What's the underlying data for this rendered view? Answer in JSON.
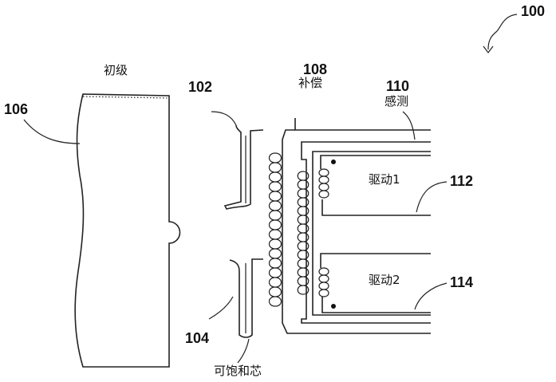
{
  "labels": {
    "ref_100": "100",
    "ref_102": "102",
    "ref_104": "104",
    "ref_106": "106",
    "ref_108": "108",
    "ref_110": "110",
    "ref_112": "112",
    "ref_114": "114",
    "primary": "初级",
    "compensation": "补偿",
    "sense": "感测",
    "drive1": "驱动1",
    "drive2": "驱动2",
    "saturable_core": "可饱和芯"
  }
}
